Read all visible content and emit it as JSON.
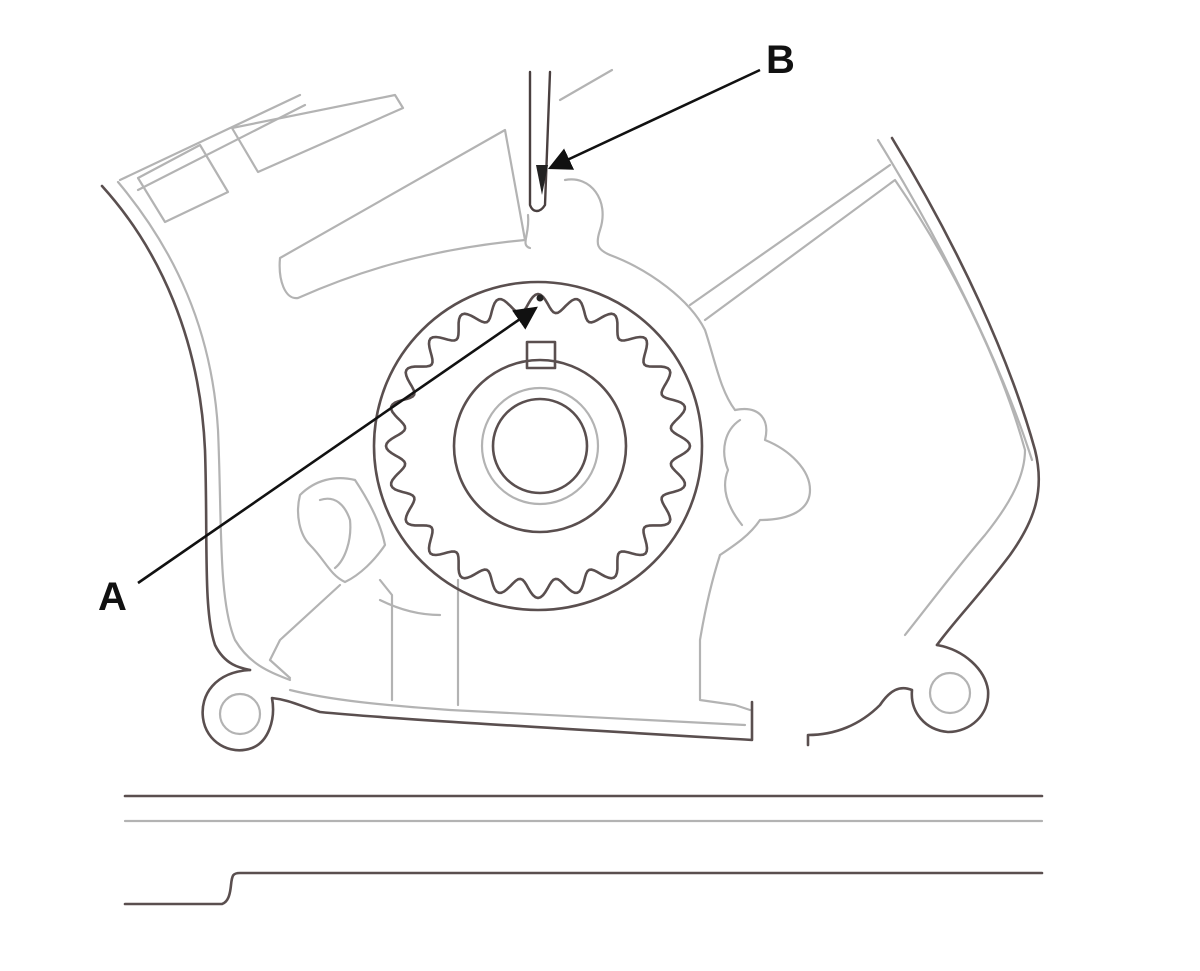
{
  "diagram": {
    "callouts": [
      {
        "id": "A",
        "label": "A"
      },
      {
        "id": "B",
        "label": "B"
      }
    ],
    "colors": {
      "background": "#ffffff",
      "light_line": "#b3b3b3",
      "dark_line": "#5a4f4f",
      "leader": "#111111"
    }
  }
}
